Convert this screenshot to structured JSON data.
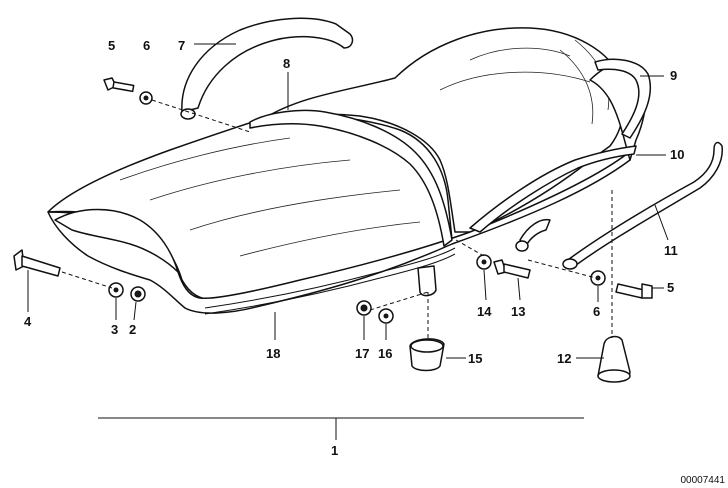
{
  "callouts": {
    "c1": "1",
    "c2": "2",
    "c3": "3",
    "c4": "4",
    "c5a": "5",
    "c5b": "5",
    "c6a": "6",
    "c6b": "6",
    "c7": "7",
    "c8": "8",
    "c9": "9",
    "c10": "10",
    "c11": "11",
    "c12": "12",
    "c13": "13",
    "c14": "14",
    "c15": "15",
    "c16": "16",
    "c17": "17",
    "c18": "18"
  },
  "catalog_number": "00007441"
}
